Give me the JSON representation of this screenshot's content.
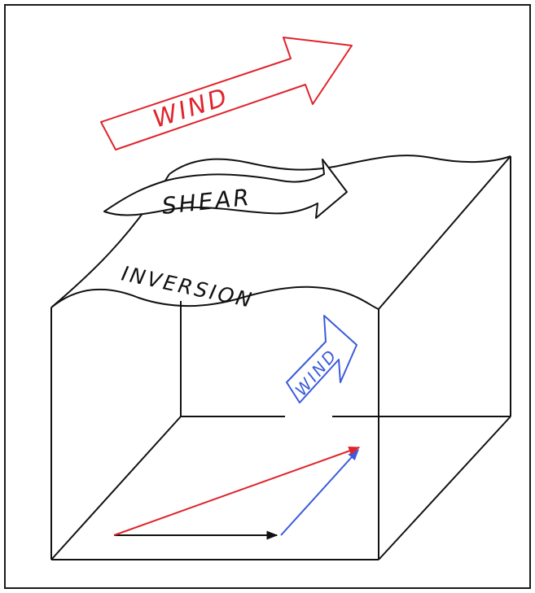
{
  "labels": {
    "top_wind": "WIND",
    "shear": "SHEAR",
    "inversion": "INVERSION",
    "inner_wind": "WIND"
  },
  "colors": {
    "ink": "#111111",
    "upper_wind": "#e0242b",
    "lower_wind": "#3b5bdb",
    "border": "#1a1a1a",
    "background": "#ffffff"
  }
}
